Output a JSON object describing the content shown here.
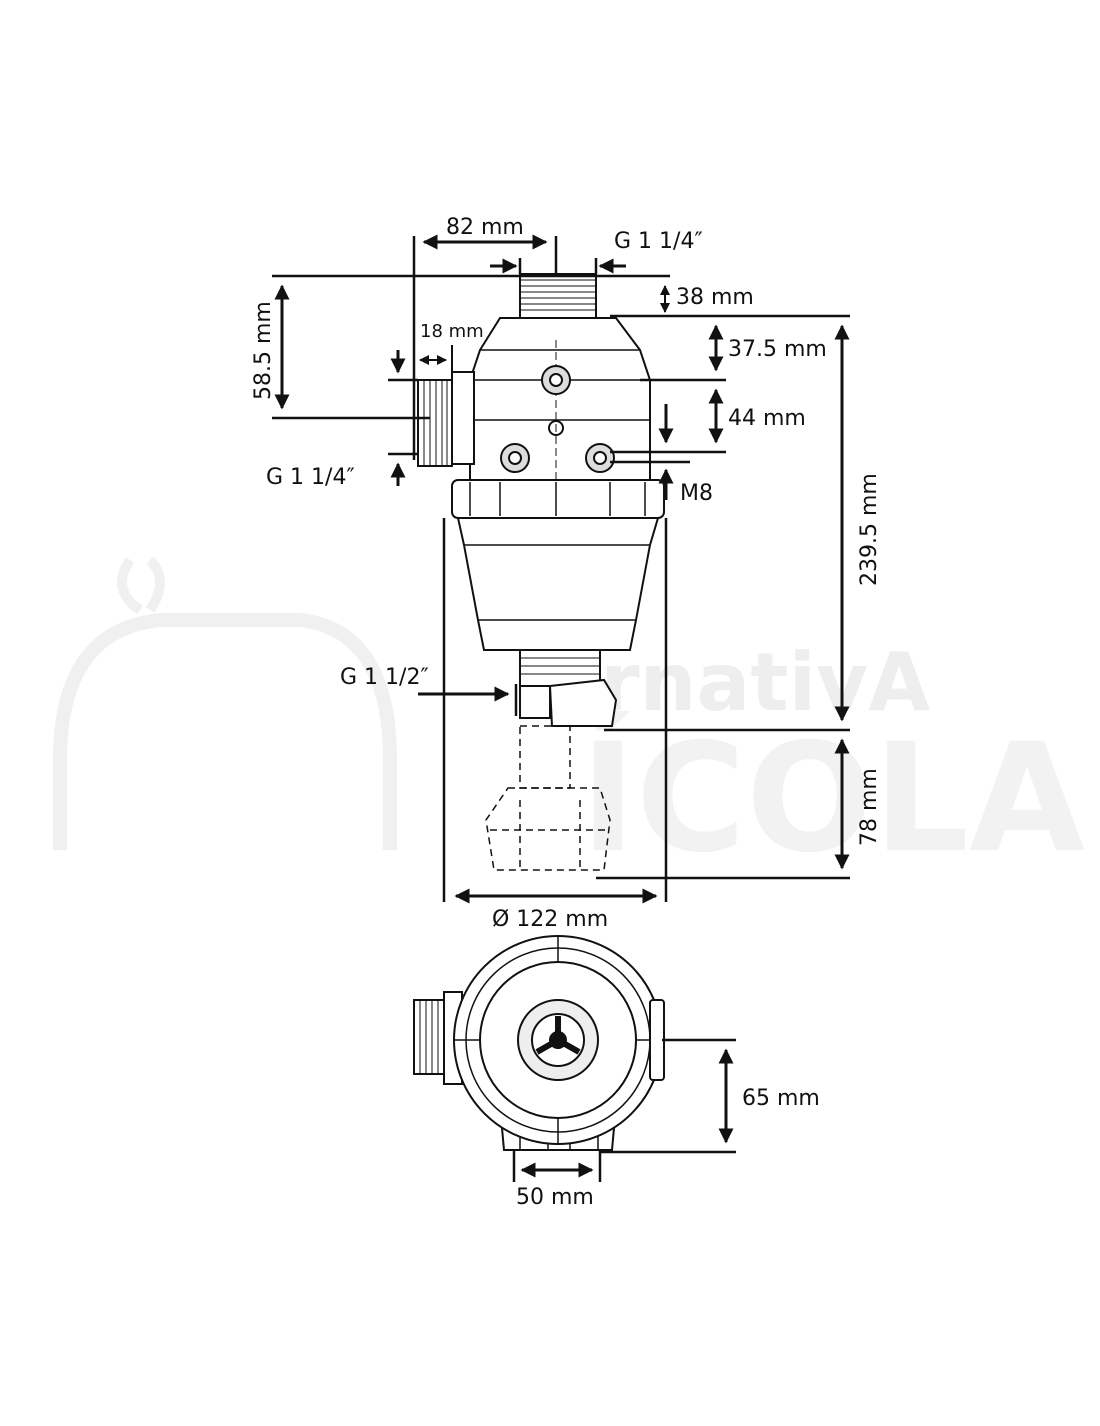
{
  "watermark": {
    "line1": "rnativA",
    "line2": "ÍCOLA",
    "color": "#f0f0f0"
  },
  "colors": {
    "ink": "#111111",
    "body_fill": "#ffffff",
    "shade": "#e6e6e6"
  },
  "labels": {
    "width_top": "82 mm",
    "thread_top": "G 1 1/4″",
    "outlet_height": "38 mm",
    "inlet_span": "58.5 mm",
    "inlet_depth": "18 mm",
    "cap_to_bolt": "37.5 mm",
    "bolt_spacing": "44 mm",
    "thread_inlet": "G 1 1/4″",
    "bolt_size": "M8",
    "total_height": "239.5 mm",
    "drain_thread": "G 1 1/2″",
    "drain_height": "78 mm",
    "diameter": "Ø 122 mm",
    "side_offset": "65 mm",
    "foot_width": "50 mm"
  }
}
